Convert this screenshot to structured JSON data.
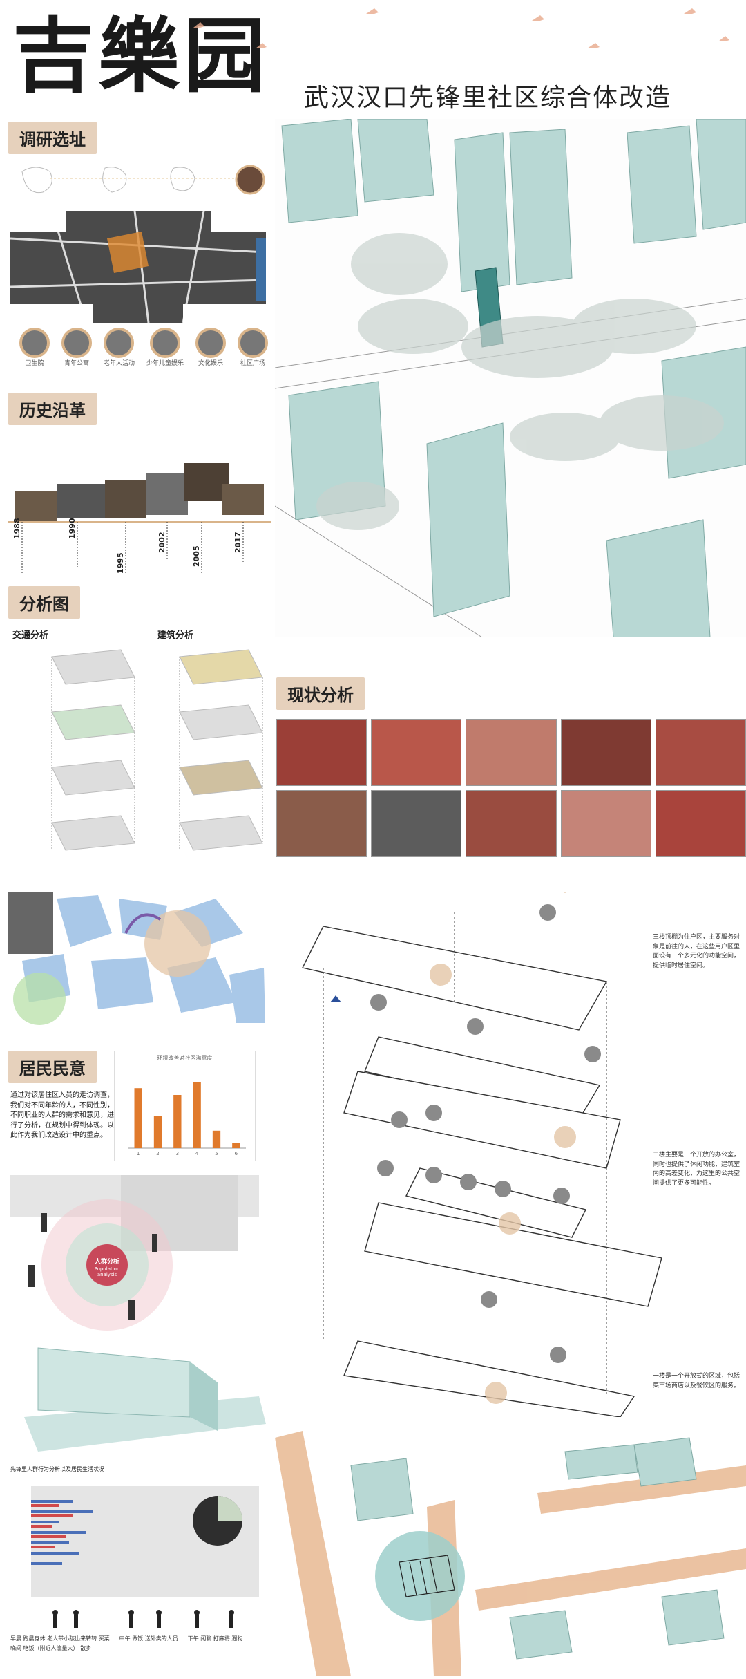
{
  "header": {
    "title": "吉樂园",
    "subtitle": "武汉汉口先锋里社区综合体改造"
  },
  "sections": {
    "site": "调研选址",
    "history": "历史沿革",
    "analysis": "分析图",
    "traffic": "交通分析",
    "building": "建筑分析",
    "status": "现状分析",
    "residents": "居民民意"
  },
  "history_years": [
    "1988",
    "1990",
    "1995",
    "2002",
    "2005",
    "2017"
  ],
  "site_places": [
    "卫生院",
    "青年公寓",
    "老年人活动",
    "少年儿童娱乐",
    "文化娱乐",
    "社区广场"
  ],
  "bar_chart": {
    "type": "bar",
    "title": "环境改善对社区满意度",
    "categories": [
      "1",
      "2",
      "3",
      "4",
      "5",
      "6"
    ],
    "values": [
      0.62,
      0.33,
      0.55,
      0.68,
      0.18,
      0.05
    ]
  },
  "resident_text": "通过对该居住区入员的走访调查，我们对不同年龄的人，不同性别，不同职业的人群的需求和意见，进行了分析，在规划中得到体现。以此作为我们改造设计中的重点。",
  "radial_label": "人群分析",
  "radial_label_en": "Population analysis",
  "behavior_title": "先锋里人群行为分析以及居民生活状况",
  "behavior_captions": [
    "早晨 跑晨身体 老人带小孩出来转转 买菜",
    "中午 做饭 送外卖的人员",
    "下午 闲聊 打麻将 遛狗",
    "晚间 吃饭（附近人流量大） 散步"
  ],
  "floor_notes": [
    "三楼顶棚为住户区，主要服务对象是前往的人，在这些用户区里面设有一个多元化的功能空间，提供临时居住空间。",
    "二楼主要是一个开放的办公室，同时也提供了休闲功能，建筑室内的高差变化，为这里的公共空间提供了更多可能性。",
    "一楼是一个开放式的区域，包括菜市场商店以及餐饮区的服务。"
  ],
  "colors": {
    "accent": "#e6d1bc",
    "building": "#b8d8d4",
    "road": "#e8b892",
    "bar": "#e07a2c",
    "brick": "#a0443b"
  }
}
